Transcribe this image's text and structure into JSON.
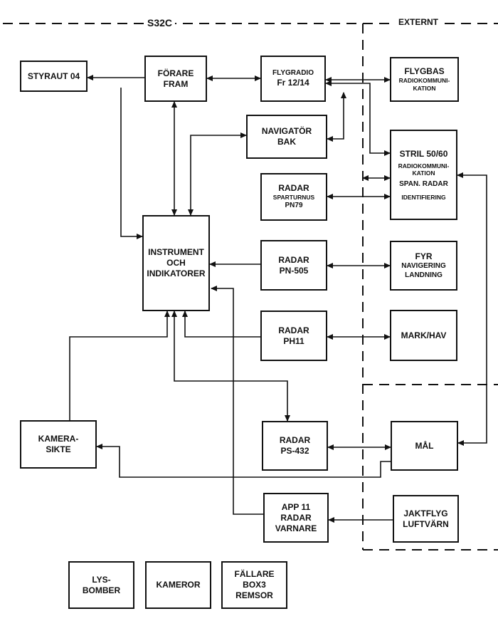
{
  "header": {
    "left_title": "S32C",
    "right_title": "EXTERNT"
  },
  "boxes": {
    "styraut": "STYRAUT 04",
    "forare": [
      "FÖRARE",
      "FRAM"
    ],
    "flygradio": [
      "FLYGRADIO",
      "Fr 12/14"
    ],
    "flygbas": [
      "FLYGBAS",
      "RADIOKOMMUNI-",
      "KATION"
    ],
    "navigator": [
      "NAVIGATÖR",
      "BAK"
    ],
    "stril": [
      "STRIL 50/60",
      "RADIOKOMMUNI-",
      "KATION",
      "SPAN. RADAR",
      "IDENTIFIERING"
    ],
    "radar_pn79": [
      "RADAR",
      "SPARTURNUS",
      "PN79"
    ],
    "instrument": [
      "INSTRUMENT",
      "OCH",
      "INDIKATORER"
    ],
    "radar_pn505": [
      "RADAR",
      "PN-505"
    ],
    "fyr": [
      "FYR",
      "NAVIGERING",
      "LANDNING"
    ],
    "radar_ph11": [
      "RADAR",
      "PH11"
    ],
    "markhav": "MARK/HAV",
    "kamerasikte": [
      "KAMERA-",
      "SIKTE"
    ],
    "radar_ps432": [
      "RADAR",
      "PS-432"
    ],
    "mal": "MÅL",
    "app11": [
      "APP 11",
      "RADAR",
      "VARNARE"
    ],
    "jaktflyg": [
      "JAKTFLYG",
      "LUFTVÄRN"
    ],
    "lysbomber": [
      "LYS-",
      "BOMBER"
    ],
    "kameror": "KAMEROR",
    "fallare": [
      "FÄLLARE",
      "BOX3",
      "REMSOR"
    ]
  }
}
